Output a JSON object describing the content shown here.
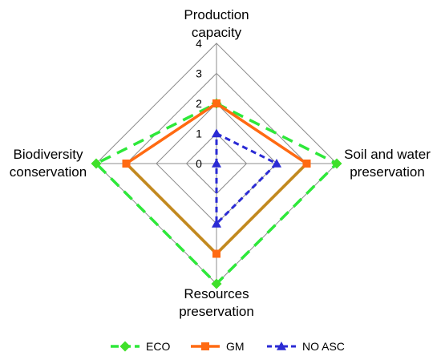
{
  "chart_data": {
    "type": "radar",
    "axes": [
      [
        "Production",
        "capacity"
      ],
      [
        "Soil and water",
        "preservation"
      ],
      [
        "Resources",
        "preservation"
      ],
      [
        "Biodiversity",
        "conservation"
      ]
    ],
    "rlim": [
      0,
      4
    ],
    "ticks": [
      "0",
      "1",
      "2",
      "3",
      "4"
    ],
    "series": [
      {
        "name": "ECO",
        "values": [
          2,
          4,
          4,
          4
        ]
      },
      {
        "name": "GM",
        "values": [
          2,
          3,
          3,
          3
        ]
      },
      {
        "name": "NO ASC",
        "values": [
          1,
          2,
          2,
          0
        ]
      }
    ],
    "legend_position": "bottom"
  },
  "colors": {
    "grid": "#8c8c8c",
    "eco_line": "#2ee83a",
    "eco_marker": "#3fe02a",
    "gm_line": "#ff6a12",
    "gm_line_bottom": "#c08a1f",
    "gm_marker": "#ff6a12",
    "noasc_line": "#2b2bd4",
    "noasc_marker": "#2b2bd4"
  }
}
